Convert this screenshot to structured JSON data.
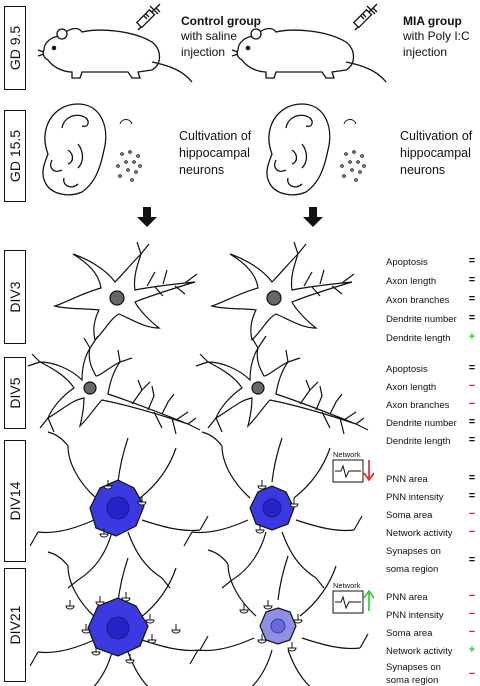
{
  "stages": [
    "GD 9.5",
    "GD 15.5",
    "DIV3",
    "DIV5",
    "DIV14",
    "DIV21"
  ],
  "groups": {
    "control": {
      "title": "Control group",
      "sub1": "with saline",
      "sub2": "injection"
    },
    "mia": {
      "title": "MIA group",
      "sub1": "with Poly I:C",
      "sub2": "injection"
    }
  },
  "cultivation": {
    "line1": "Cultivation of",
    "line2": "hippocampal",
    "line3": "neurons"
  },
  "network_label": "Network",
  "colors": {
    "equal": "#111111",
    "decrease": "#e02020",
    "increase": "#22cc22",
    "soma_blue": "#3a3ae0",
    "soma_light": "#8f8fe6",
    "nucleus_gray": "#666666"
  },
  "results": {
    "div3": [
      {
        "label": "Apoptosis",
        "symbol": "=",
        "color": "#111111"
      },
      {
        "label": "Axon length",
        "symbol": "=",
        "color": "#111111"
      },
      {
        "label": "Axon branches",
        "symbol": "=",
        "color": "#111111"
      },
      {
        "label": "Dendrite number",
        "symbol": "=",
        "color": "#111111"
      },
      {
        "label": "Dendrite length",
        "symbol": "+",
        "color": "#22cc22"
      }
    ],
    "div5": [
      {
        "label": "Apoptosis",
        "symbol": "=",
        "color": "#111111"
      },
      {
        "label": "Axon length",
        "symbol": "−",
        "color": "#e02020"
      },
      {
        "label": "Axon branches",
        "symbol": "−",
        "color": "#e02020"
      },
      {
        "label": "Dendrite number",
        "symbol": "=",
        "color": "#111111"
      },
      {
        "label": "Dendrite length",
        "symbol": "=",
        "color": "#111111"
      }
    ],
    "div14": [
      {
        "label": "PNN area",
        "symbol": "=",
        "color": "#111111"
      },
      {
        "label": "PNN intensity",
        "symbol": "=",
        "color": "#111111"
      },
      {
        "label": "Soma area",
        "symbol": "−",
        "color": "#e02020"
      },
      {
        "label": "Network activity",
        "symbol": "−",
        "color": "#e02020"
      },
      {
        "label": "Synapses on",
        "label2": "soma region",
        "symbol": "=",
        "color": "#111111"
      }
    ],
    "div21": [
      {
        "label": "PNN area",
        "symbol": "−",
        "color": "#e02020"
      },
      {
        "label": "PNN intensity",
        "symbol": "−",
        "color": "#e02020"
      },
      {
        "label": "Soma area",
        "symbol": "−",
        "color": "#e02020"
      },
      {
        "label": "Network activity",
        "symbol": "+",
        "color": "#22cc22"
      },
      {
        "label": "Synapses on",
        "label2": "soma region",
        "symbol": "−",
        "color": "#e02020"
      }
    ]
  },
  "network_trend": {
    "div14": "down",
    "div21": "up"
  }
}
